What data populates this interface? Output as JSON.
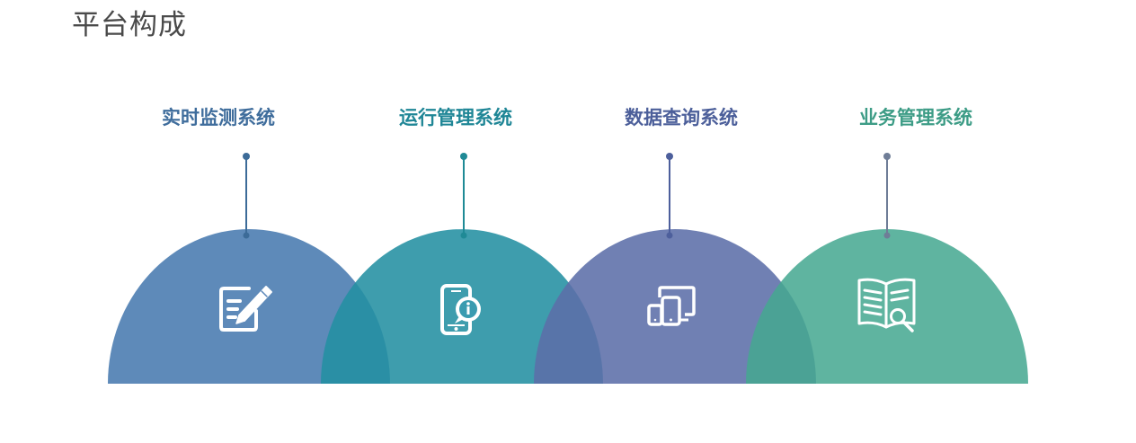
{
  "page": {
    "title": "平台构成"
  },
  "systems": [
    {
      "label": "实时监测系统",
      "icon": "edit-document-icon",
      "color": "#4d7db1",
      "label_color": "#3f6d9c",
      "connector_color": "#3c6b98"
    },
    {
      "label": "运行管理系统",
      "icon": "mobile-info-icon",
      "color": "#2390a2",
      "label_color": "#1f8696",
      "connector_color": "#1f8a96"
    },
    {
      "label": "数据查询系统",
      "icon": "devices-icon",
      "color": "#5c6ea9",
      "label_color": "#4c5f9a",
      "connector_color": "#4d5f9c"
    },
    {
      "label": "业务管理系统",
      "icon": "book-search-icon",
      "color": "#45a890",
      "label_color": "#3d9c86",
      "connector_color": "#6f7d97"
    }
  ]
}
